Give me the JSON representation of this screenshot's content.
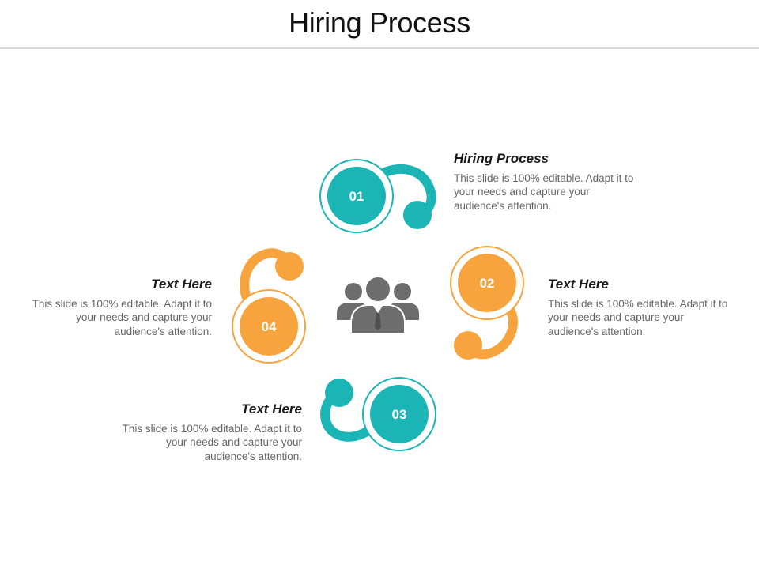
{
  "title": "Hiring Process",
  "colors": {
    "teal": "#1bb5b5",
    "orange": "#f7a43e",
    "icon_gray": "#6d6d6d",
    "rule": "#d9d9d9"
  },
  "center_icon": "people-group-icon",
  "steps": [
    {
      "number": "01",
      "color": "teal"
    },
    {
      "number": "02",
      "color": "orange"
    },
    {
      "number": "03",
      "color": "teal"
    },
    {
      "number": "04",
      "color": "orange"
    }
  ],
  "callouts": [
    {
      "title": "Hiring Process",
      "body": "This slide is 100% editable. Adapt it to your needs and capture your audience's attention."
    },
    {
      "title": "Text Here",
      "body": "This slide is 100% editable. Adapt it to your needs and capture your audience's attention."
    },
    {
      "title": "Text Here",
      "body": "This slide is 100% editable. Adapt it to your needs and capture your audience's attention."
    },
    {
      "title": "Text Here",
      "body": "This slide is 100% editable. Adapt it to your needs and capture your audience's attention."
    }
  ]
}
